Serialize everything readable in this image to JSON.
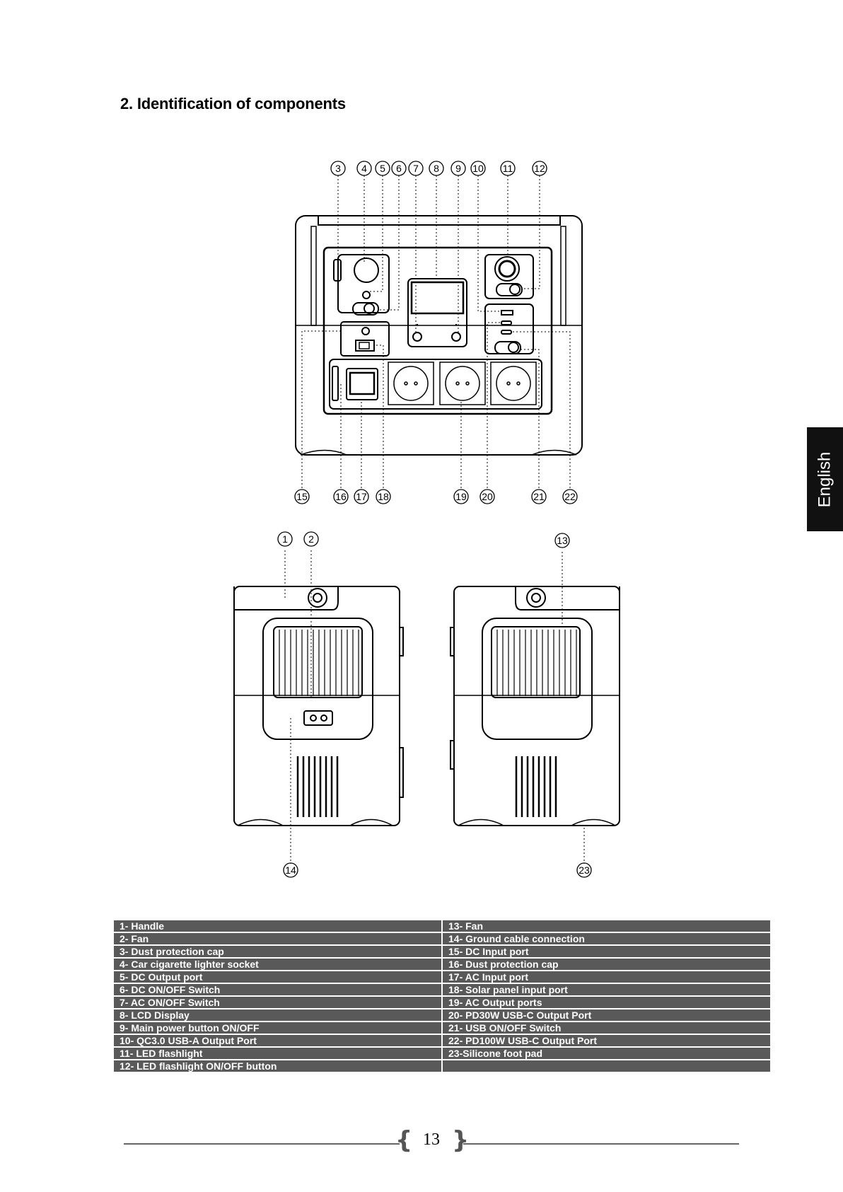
{
  "heading": "2.  Identification of components",
  "language_tab": "English",
  "page_number": "13",
  "callouts": {
    "front_top": [
      "3",
      "4",
      "5",
      "6",
      "7",
      "8",
      "9",
      "10",
      "11",
      "12"
    ],
    "front_bottom": [
      "15",
      "16",
      "17",
      "18",
      "19",
      "20",
      "21",
      "22"
    ],
    "left_side": [
      "1",
      "2",
      "14"
    ],
    "right_side": [
      "13",
      "23"
    ]
  },
  "components_left": [
    "1- Handle",
    "2- Fan",
    "3- Dust protection cap",
    "4- Car cigarette lighter socket",
    "5- DC Output port",
    "6- DC ON/OFF Switch",
    "7- AC ON/OFF Switch",
    "8- LCD Display",
    "9- Main power button ON/OFF",
    "10- QC3.0 USB-A Output Port",
    "11- LED flashlight",
    "12- LED flashlight ON/OFF button"
  ],
  "components_right": [
    "13- Fan",
    "14- Ground cable connection",
    "15- DC Input port",
    "16- Dust protection cap",
    "17- AC Input port",
    "18- Solar panel input port",
    "19- AC Output ports",
    "20- PD30W USB-C Output Port",
    "21- USB ON/OFF Switch",
    "22- PD100W USB-C Output Port",
    "23-Silicone foot pad",
    ""
  ],
  "colors": {
    "table_bg": "#595959",
    "table_text": "#ffffff",
    "tab_bg": "#111111"
  }
}
